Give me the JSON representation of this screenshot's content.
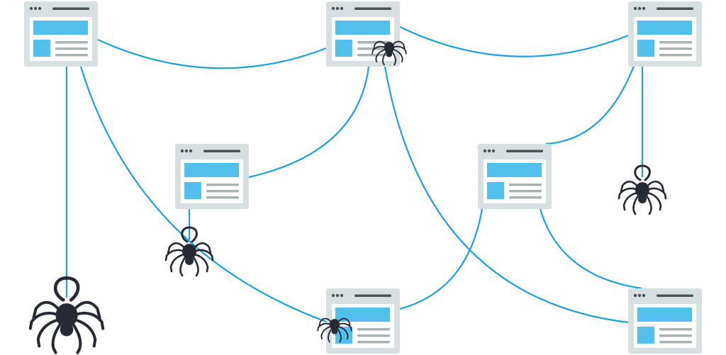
{
  "colors": {
    "background": "#ffffff",
    "link": "#1aa1e0",
    "page_frame": "#d7dfe1",
    "page_body": "#ffffff",
    "page_header_dots": "#4b5359",
    "page_header_bar": "#4b5359",
    "page_hero": "#51c0ed",
    "page_image": "#51c0ed",
    "page_text_lines": "#a8b0b3",
    "spider": "#262a33",
    "spider_thread": "#1aa1e0"
  },
  "icons": {
    "page": "web-page-icon",
    "spider": "spider-icon"
  },
  "diagram": {
    "pages": [
      {
        "id": "page-top-left"
      },
      {
        "id": "page-top-center"
      },
      {
        "id": "page-top-right"
      },
      {
        "id": "page-middle-left"
      },
      {
        "id": "page-middle-right"
      },
      {
        "id": "page-bottom-center"
      },
      {
        "id": "page-bottom-right"
      }
    ],
    "links": [
      {
        "from": "page-top-left",
        "to": "page-top-center"
      },
      {
        "from": "page-top-center",
        "to": "page-top-right"
      },
      {
        "from": "page-top-center",
        "to": "page-middle-left"
      },
      {
        "from": "page-top-left",
        "to": "page-bottom-center"
      },
      {
        "from": "page-top-center",
        "to": "page-bottom-right"
      },
      {
        "from": "page-top-right",
        "to": "page-middle-right"
      },
      {
        "from": "page-middle-right",
        "to": "page-bottom-center"
      },
      {
        "from": "page-middle-right",
        "to": "page-bottom-right"
      }
    ],
    "spiders": [
      {
        "id": "spider-large-left"
      },
      {
        "id": "spider-on-link-middle"
      },
      {
        "id": "spider-top-center-page"
      },
      {
        "id": "spider-bottom-center-page"
      },
      {
        "id": "spider-hanging-right"
      }
    ]
  }
}
